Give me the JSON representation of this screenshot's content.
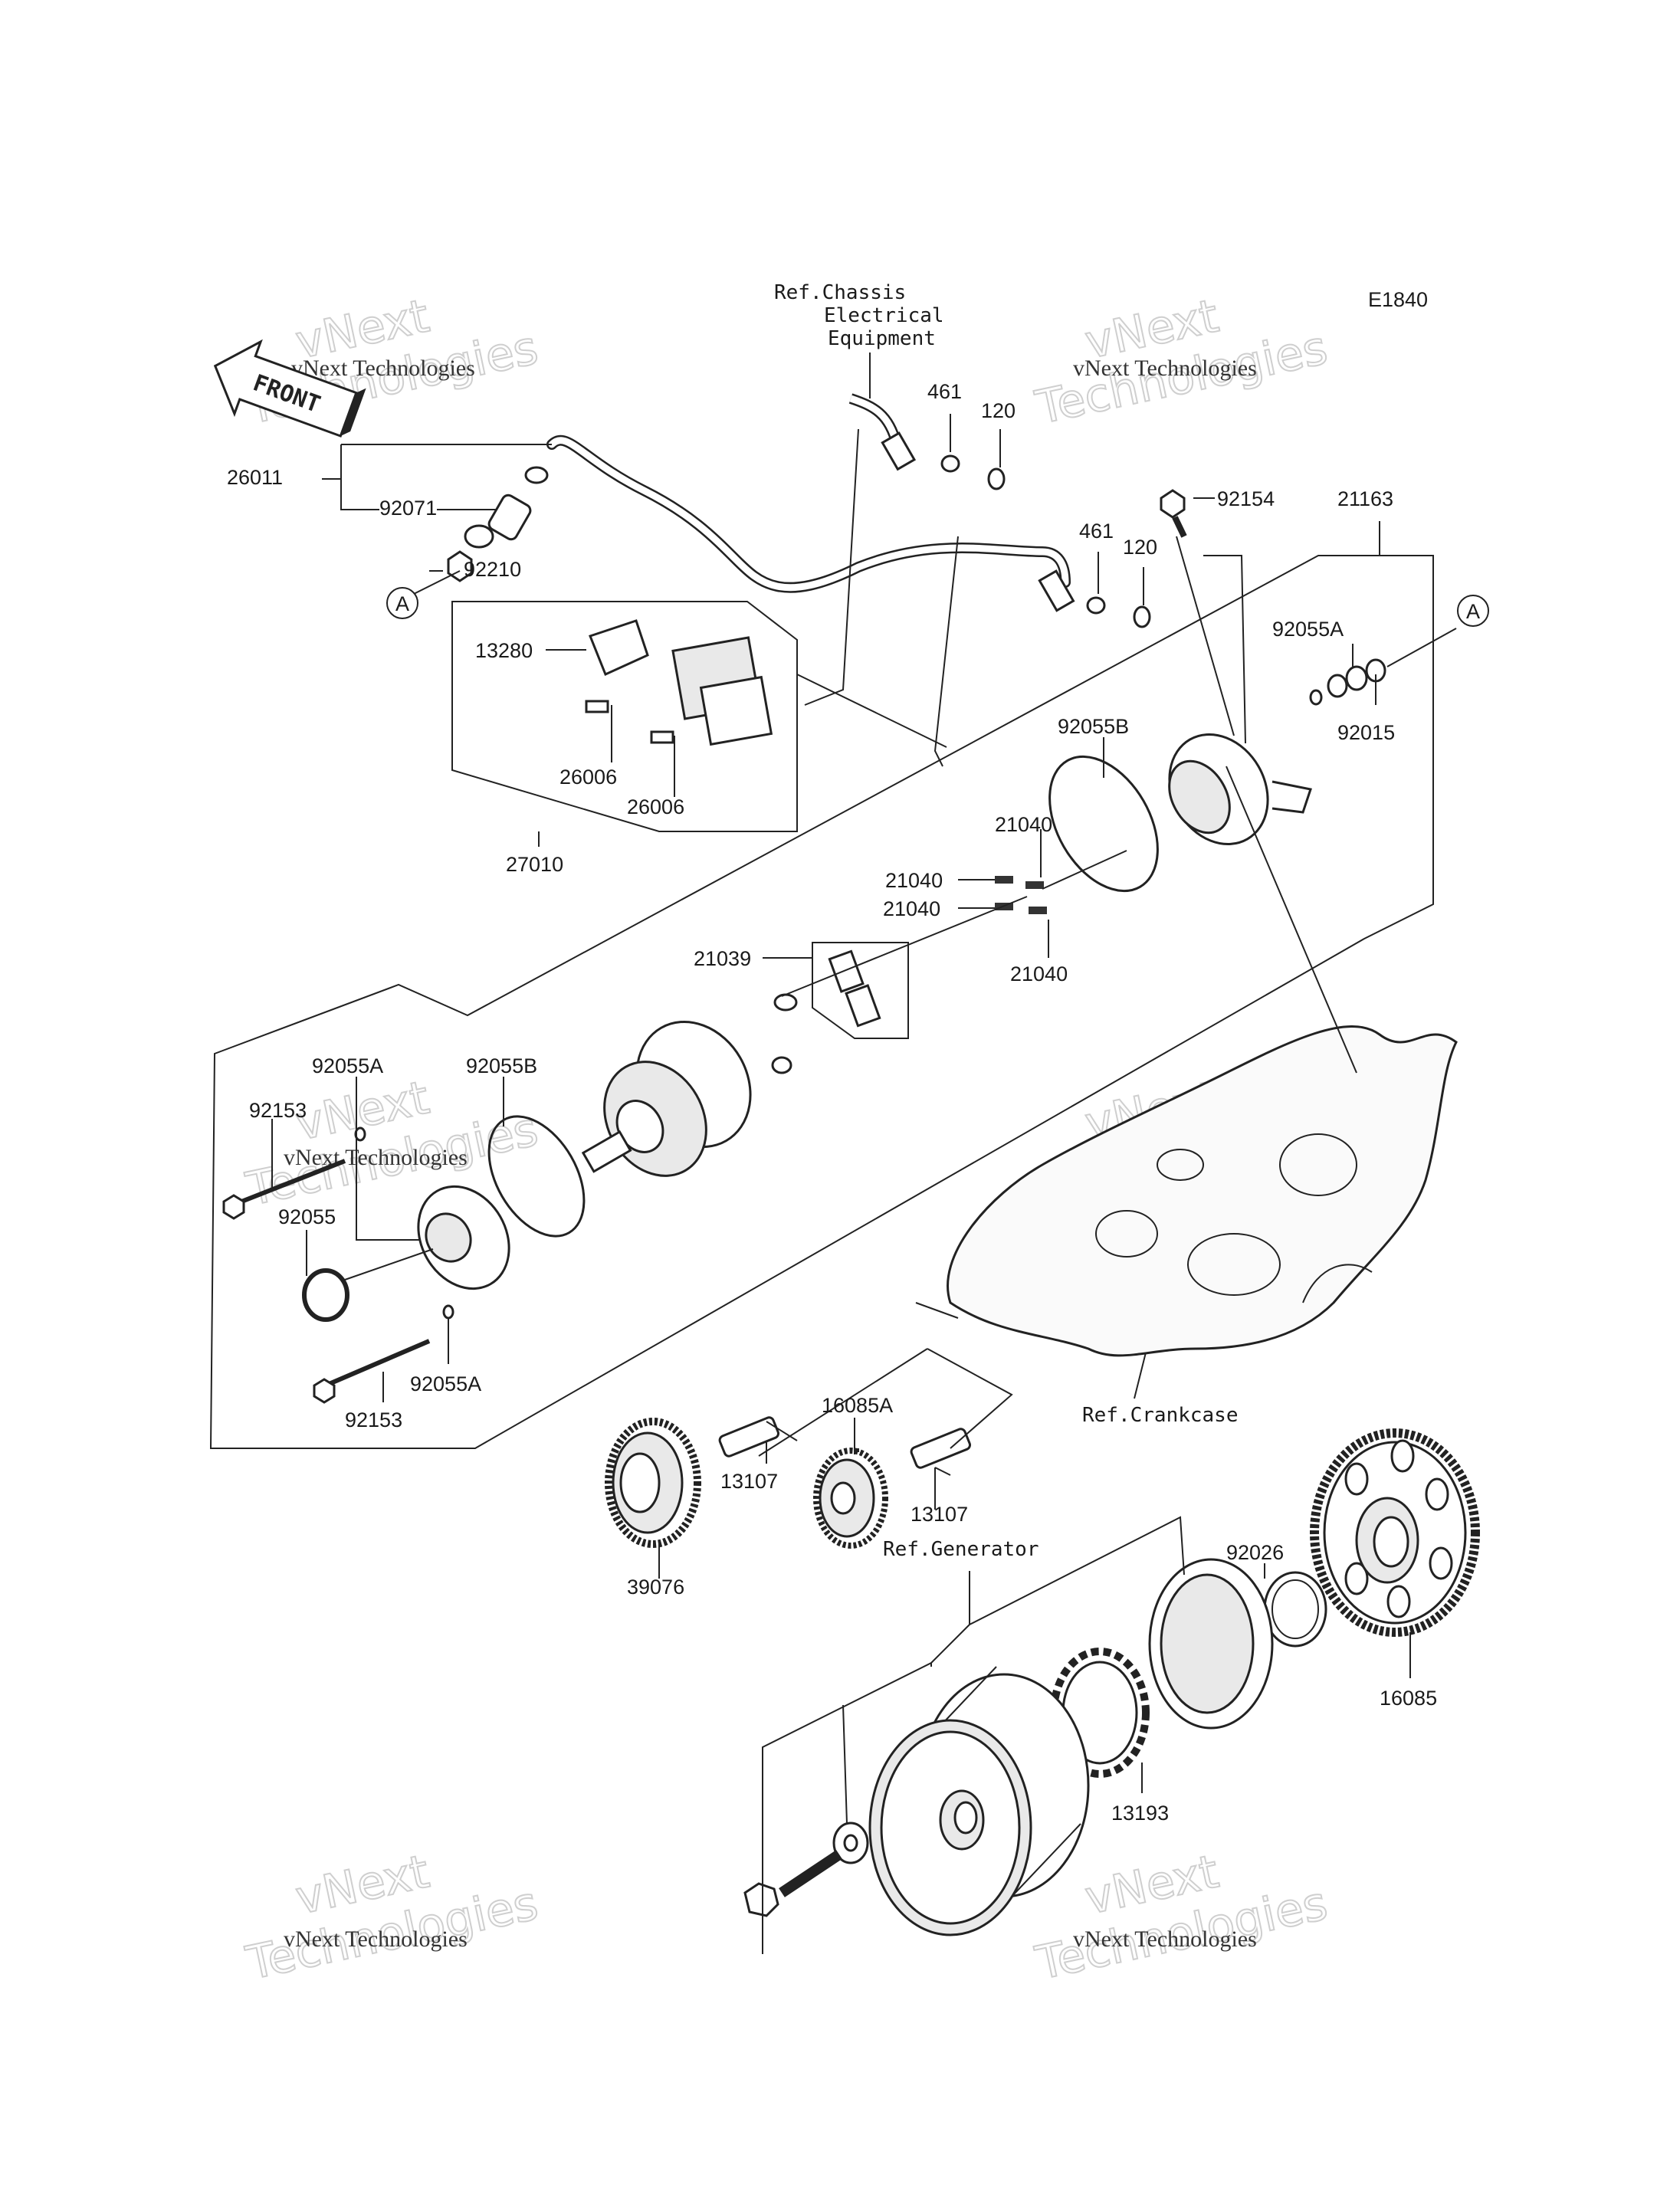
{
  "diagram_code": "E1840",
  "front_label": "FRONT",
  "refs": {
    "chassis": [
      "Ref.Chassis",
      "Electrical",
      "Equipment"
    ],
    "crankcase": "Ref.Crankcase",
    "generator": "Ref.Generator"
  },
  "circle_marker": "A",
  "watermark": [
    "vNext Technologies",
    "vNext",
    "Technologies"
  ],
  "parts": {
    "p26011": "26011",
    "p92071": "92071",
    "p92210": "92210",
    "p461a": "461",
    "p120a": "120",
    "p461b": "461",
    "p120b": "120",
    "p92154": "92154",
    "p21163": "21163",
    "p13280": "13280",
    "p26006a": "26006",
    "p26006b": "26006",
    "p27010": "27010",
    "p92055A_top": "92055A",
    "p92015": "92015",
    "p92055B_top": "92055B",
    "p21040a": "21040",
    "p21040b": "21040",
    "p21040c": "21040",
    "p21040d": "21040",
    "p21039": "21039",
    "p92055A_left": "92055A",
    "p92055B_left": "92055B",
    "p92153_top": "92153",
    "p92055": "92055",
    "p92055A_bot": "92055A",
    "p92153_bot": "92153",
    "p13107a": "13107",
    "p16085A": "16085A",
    "p13107b": "13107",
    "p39076": "39076",
    "p92026": "92026",
    "p16085": "16085",
    "p13193": "13193"
  }
}
